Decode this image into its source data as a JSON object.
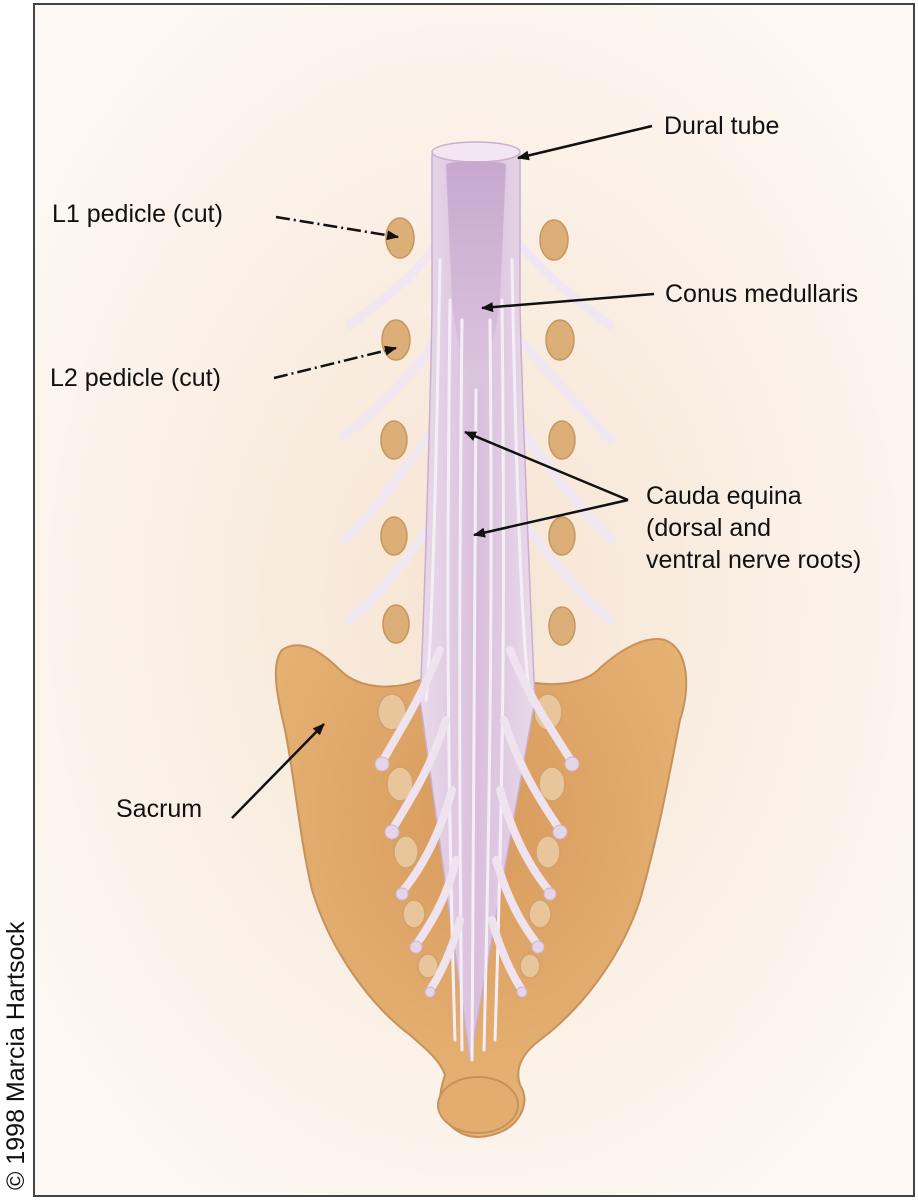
{
  "labels": {
    "dural_tube": "Dural tube",
    "l1_pedicle": "L1 pedicle (cut)",
    "conus_medullaris": "Conus medullaris",
    "l2_pedicle": "L2 pedicle (cut)",
    "cauda_equina_line1": "Cauda equina",
    "cauda_equina_line2": "(dorsal and",
    "cauda_equina_line3": "ventral nerve roots)",
    "sacrum": "Sacrum"
  },
  "copyright": "© 1998  Marcia Hartsock",
  "colors": {
    "background": "#fbf3ec",
    "dura": "#e3cfe4",
    "nerve": "#efe3f0",
    "bone": "#e3ad6f",
    "pedicle": "#dcae78",
    "arrow": "#111111"
  }
}
